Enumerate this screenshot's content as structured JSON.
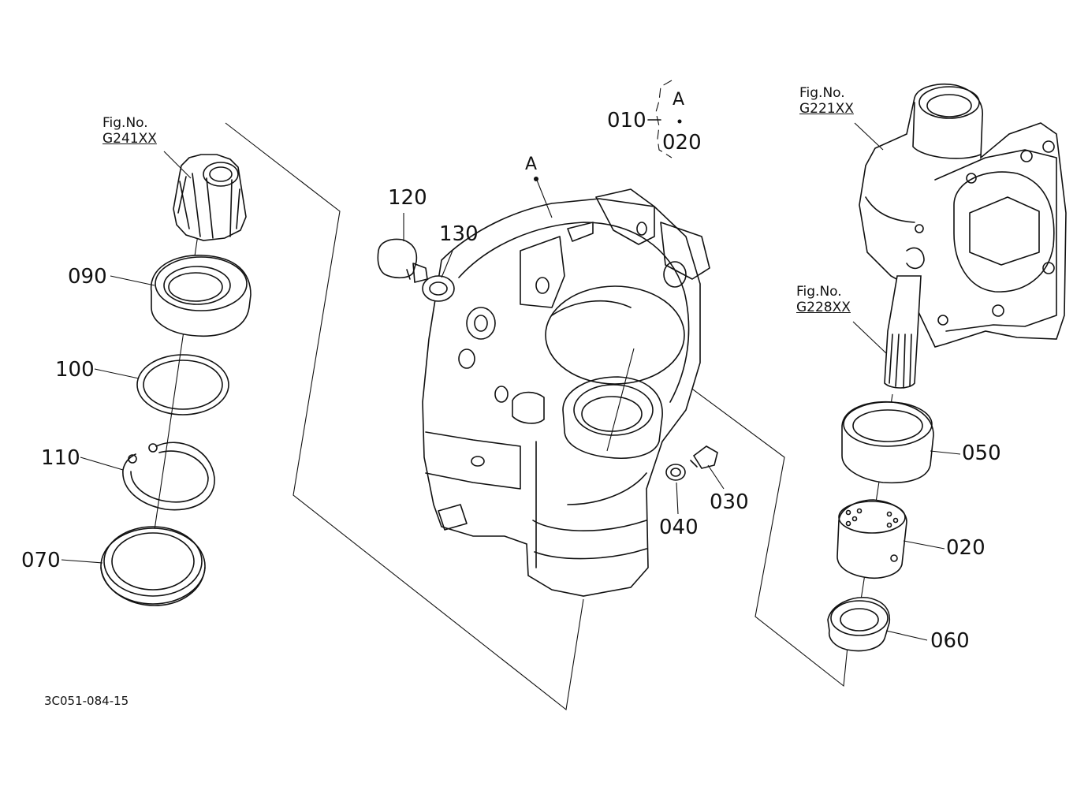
{
  "fig_refs": {
    "gear": {
      "line1": "Fig.No.",
      "code": "G241XX"
    },
    "housing": {
      "line1": "Fig.No.",
      "code": "G221XX"
    },
    "shaft": {
      "line1": "Fig.No.",
      "code": "G228XX"
    }
  },
  "parts": {
    "p010": "010",
    "p020_assembly": "020",
    "p020": "020",
    "p030": "030",
    "p040": "040",
    "p050": "050",
    "p060": "060",
    "p070": "070",
    "p090": "090",
    "p100": "100",
    "p110": "110",
    "p120": "120",
    "p130": "130"
  },
  "callouts": {
    "bracket_letter": "A",
    "case_letter": "A"
  },
  "drawing_ref": "3C051-084-15"
}
